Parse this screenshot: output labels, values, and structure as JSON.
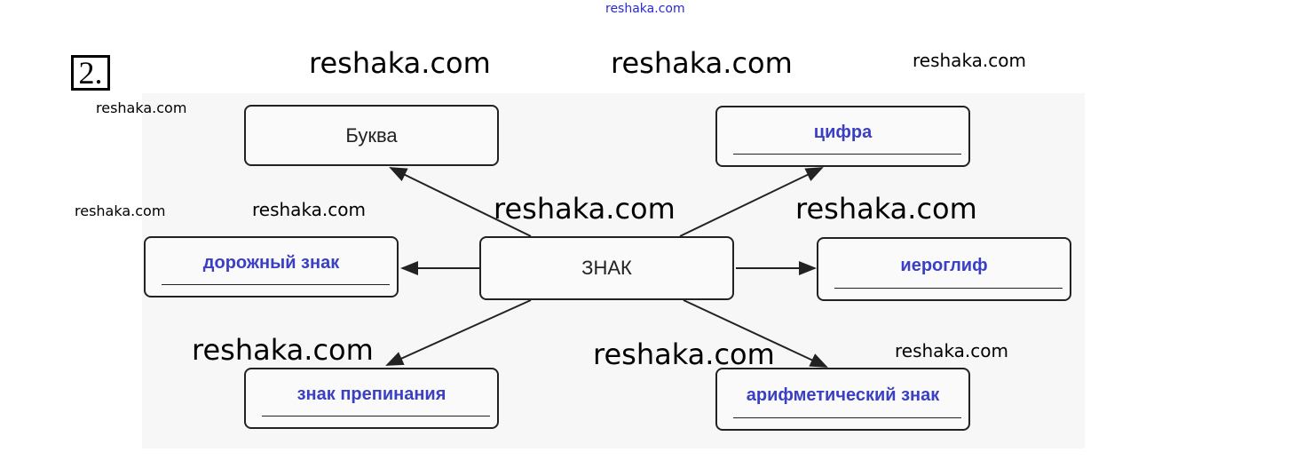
{
  "task_number": "2.",
  "center": "ЗНАК",
  "nodes": {
    "letter": "Буква",
    "digit": "цифра",
    "road_sign": "дорожный знак",
    "hieroglyph": "иероглиф",
    "punctuation": "знак препинания",
    "arithmetic": "арифметический знак"
  },
  "watermark": "reshaka.com",
  "colors": {
    "answer": "#3a3fc4",
    "watermark_top": "#2a2ad0"
  }
}
